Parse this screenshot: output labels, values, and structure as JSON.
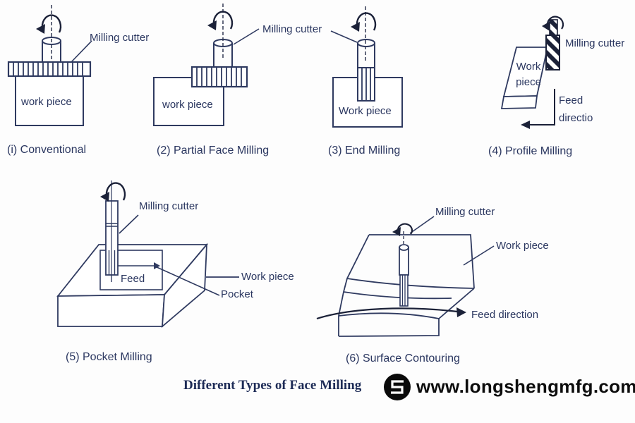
{
  "colors": {
    "line_navy": "#2f3a60",
    "text_navy": "#2b3760",
    "arrow_dark": "#1b2138",
    "footer_title_navy": "#1d2b56",
    "logo_black": "#0a0a0a",
    "background": "#fdfdfd"
  },
  "diagrams": [
    {
      "id": "conventional",
      "caption": "(i) Conventional",
      "workpiece_label": "work piece",
      "cutter_label": "Milling cutter"
    },
    {
      "id": "partial-face-milling",
      "caption": "(2) Partial Face Milling",
      "workpiece_label": "work piece",
      "cutter_label": "Milling cutter"
    },
    {
      "id": "end-milling",
      "caption": "(3) End Milling",
      "workpiece_label": "Work piece"
    },
    {
      "id": "profile-milling",
      "caption": "(4) Profile Milling",
      "workpiece_label": "Work\npiece",
      "cutter_label": "Milling cutter",
      "feed_label": "Feed\ndirectio"
    },
    {
      "id": "pocket-milling",
      "caption": "(5) Pocket Milling",
      "workpiece_label": "Work piece",
      "cutter_label": "Milling cutter",
      "feed_label": "Feed",
      "pocket_label": "Pocket"
    },
    {
      "id": "surface-contouring",
      "caption": "(6) Surface Contouring",
      "workpiece_label": "Work piece",
      "cutter_label": "Milling cutter",
      "feed_label": "Feed direction"
    }
  ],
  "footer": {
    "title": "Different Types of Face Milling",
    "website": "www.longshengmfg.com",
    "logo": "longsheng-logo"
  }
}
